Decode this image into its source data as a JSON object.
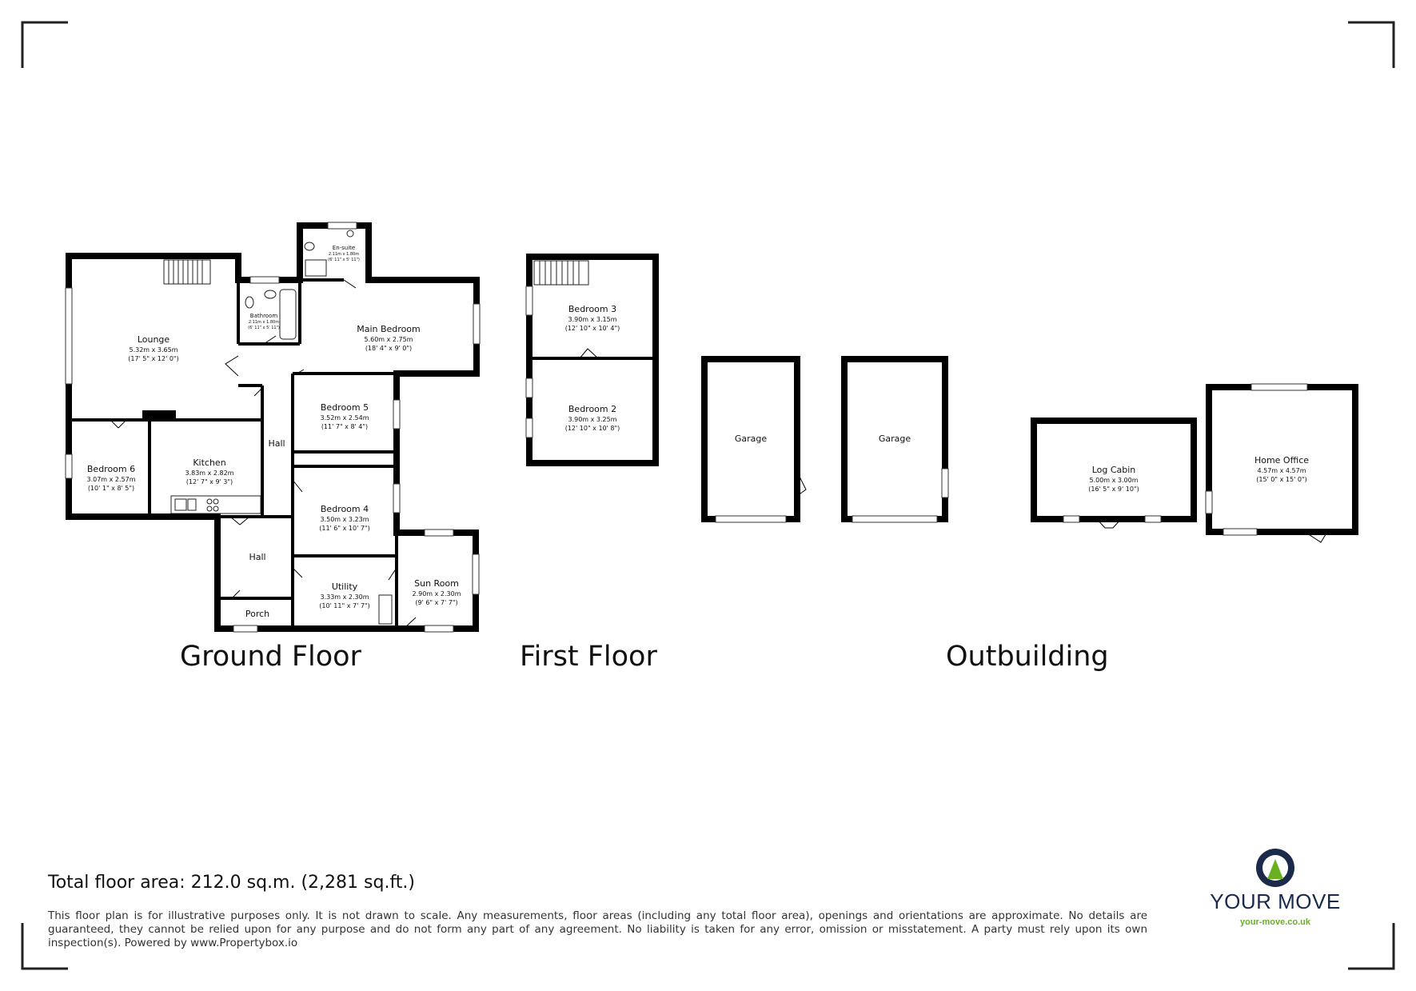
{
  "ground_floor": {
    "label": "Ground Floor",
    "rooms": {
      "lounge": {
        "name": "Lounge",
        "metric": "5.32m x 3.65m",
        "imperial": "(17' 5\" x 12' 0\")"
      },
      "bathroom": {
        "name": "Bathroom",
        "metric": "2.11m x 1.80m",
        "imperial": "(6' 11\" x 5' 11\")"
      },
      "ensuite": {
        "name": "En-suite",
        "metric": "2.11m x 1.80m",
        "imperial": "(6' 11\" x 5' 11\")"
      },
      "main_bedroom": {
        "name": "Main Bedroom",
        "metric": "5.60m x 2.75m",
        "imperial": "(18' 4\" x 9' 0\")"
      },
      "bedroom5": {
        "name": "Bedroom 5",
        "metric": "3.52m x 2.54m",
        "imperial": "(11' 7\" x 8' 4\")"
      },
      "bedroom6": {
        "name": "Bedroom 6",
        "metric": "3.07m x 2.57m",
        "imperial": "(10' 1\" x 8' 5\")"
      },
      "kitchen": {
        "name": "Kitchen",
        "metric": "3.83m x 2.82m",
        "imperial": "(12' 7\" x 9' 3\")"
      },
      "hall_upper": {
        "name": "Hall"
      },
      "bedroom4": {
        "name": "Bedroom 4",
        "metric": "3.50m x 3.23m",
        "imperial": "(11' 6\" x 10' 7\")"
      },
      "hall_lower": {
        "name": "Hall"
      },
      "porch": {
        "name": "Porch"
      },
      "utility": {
        "name": "Utility",
        "metric": "3.33m x 2.30m",
        "imperial": "(10' 11\" x 7' 7\")"
      },
      "sun_room": {
        "name": "Sun Room",
        "metric": "2.90m x 2.30m",
        "imperial": "(9' 6\" x 7' 7\")"
      }
    }
  },
  "first_floor": {
    "label": "First Floor",
    "rooms": {
      "bedroom3": {
        "name": "Bedroom 3",
        "metric": "3.90m x 3.15m",
        "imperial": "(12' 10\" x 10' 4\")"
      },
      "bedroom2": {
        "name": "Bedroom 2",
        "metric": "3.90m x 3.25m",
        "imperial": "(12' 10\" x 10' 8\")"
      }
    }
  },
  "outbuilding": {
    "label": "Outbuilding",
    "rooms": {
      "garage1": {
        "name": "Garage"
      },
      "garage2": {
        "name": "Garage"
      },
      "log_cabin": {
        "name": "Log Cabin",
        "metric": "5.00m x 3.00m",
        "imperial": "(16' 5\" x 9' 10\")"
      },
      "home_office": {
        "name": "Home Office",
        "metric": "4.57m x 4.57m",
        "imperial": "(15' 0\" x 15' 0\")"
      }
    }
  },
  "footer": {
    "total_area": "Total floor area: 212.0 sq.m. (2,281 sq.ft.)",
    "disclaimer": "This floor plan is for illustrative purposes only. It is not drawn to scale. Any measurements, floor areas (including any total floor area), openings and orientations are approximate. No details are guaranteed, they cannot be relied upon for any purpose and do not form any part of any agreement. No liability is taken for any error, omission or misstatement. A party must rely upon its own inspection(s). Powered by www.Propertybox.io"
  },
  "logo": {
    "text": "YOUR MOVE",
    "url": "your-move.co.uk",
    "colors": {
      "navy": "#1b2a4a",
      "green": "#6ab023"
    }
  }
}
